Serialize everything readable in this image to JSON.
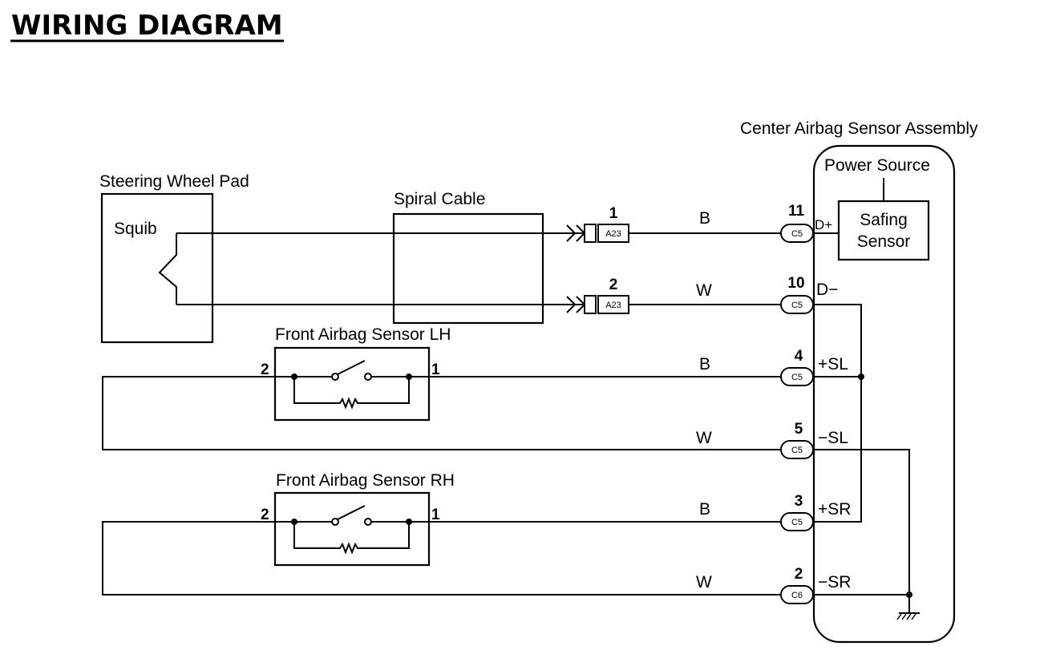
{
  "title": "WIRING DIAGRAM",
  "components": {
    "steering_wheel_pad": "Steering Wheel Pad",
    "squib": "Squib",
    "spiral_cable": "Spiral Cable",
    "front_sensor_lh": "Front Airbag Sensor LH",
    "front_sensor_rh": "Front Airbag Sensor RH",
    "center_assembly": "Center Airbag Sensor Assembly",
    "power_source": "Power Source",
    "safing_sensor_line1": "Safing",
    "safing_sensor_line2": "Sensor"
  },
  "connectors": {
    "a23": "A23",
    "c5": "C5",
    "c6": "C6"
  },
  "sensor_pins": {
    "lh_left": "2",
    "lh_right": "1",
    "rh_left": "2",
    "rh_right": "1"
  },
  "wires": [
    {
      "color": "B",
      "a23_pin": "1",
      "c_pin": "11",
      "connector": "C5",
      "terminal": "D+"
    },
    {
      "color": "W",
      "a23_pin": "2",
      "c_pin": "10",
      "connector": "C5",
      "terminal": "D−"
    },
    {
      "color": "B",
      "c_pin": "4",
      "connector": "C5",
      "terminal": "+SL"
    },
    {
      "color": "W",
      "c_pin": "5",
      "connector": "C5",
      "terminal": "−SL"
    },
    {
      "color": "B",
      "c_pin": "3",
      "connector": "C5",
      "terminal": "+SR"
    },
    {
      "color": "W",
      "c_pin": "2",
      "connector": "C6",
      "terminal": "−SR"
    }
  ]
}
